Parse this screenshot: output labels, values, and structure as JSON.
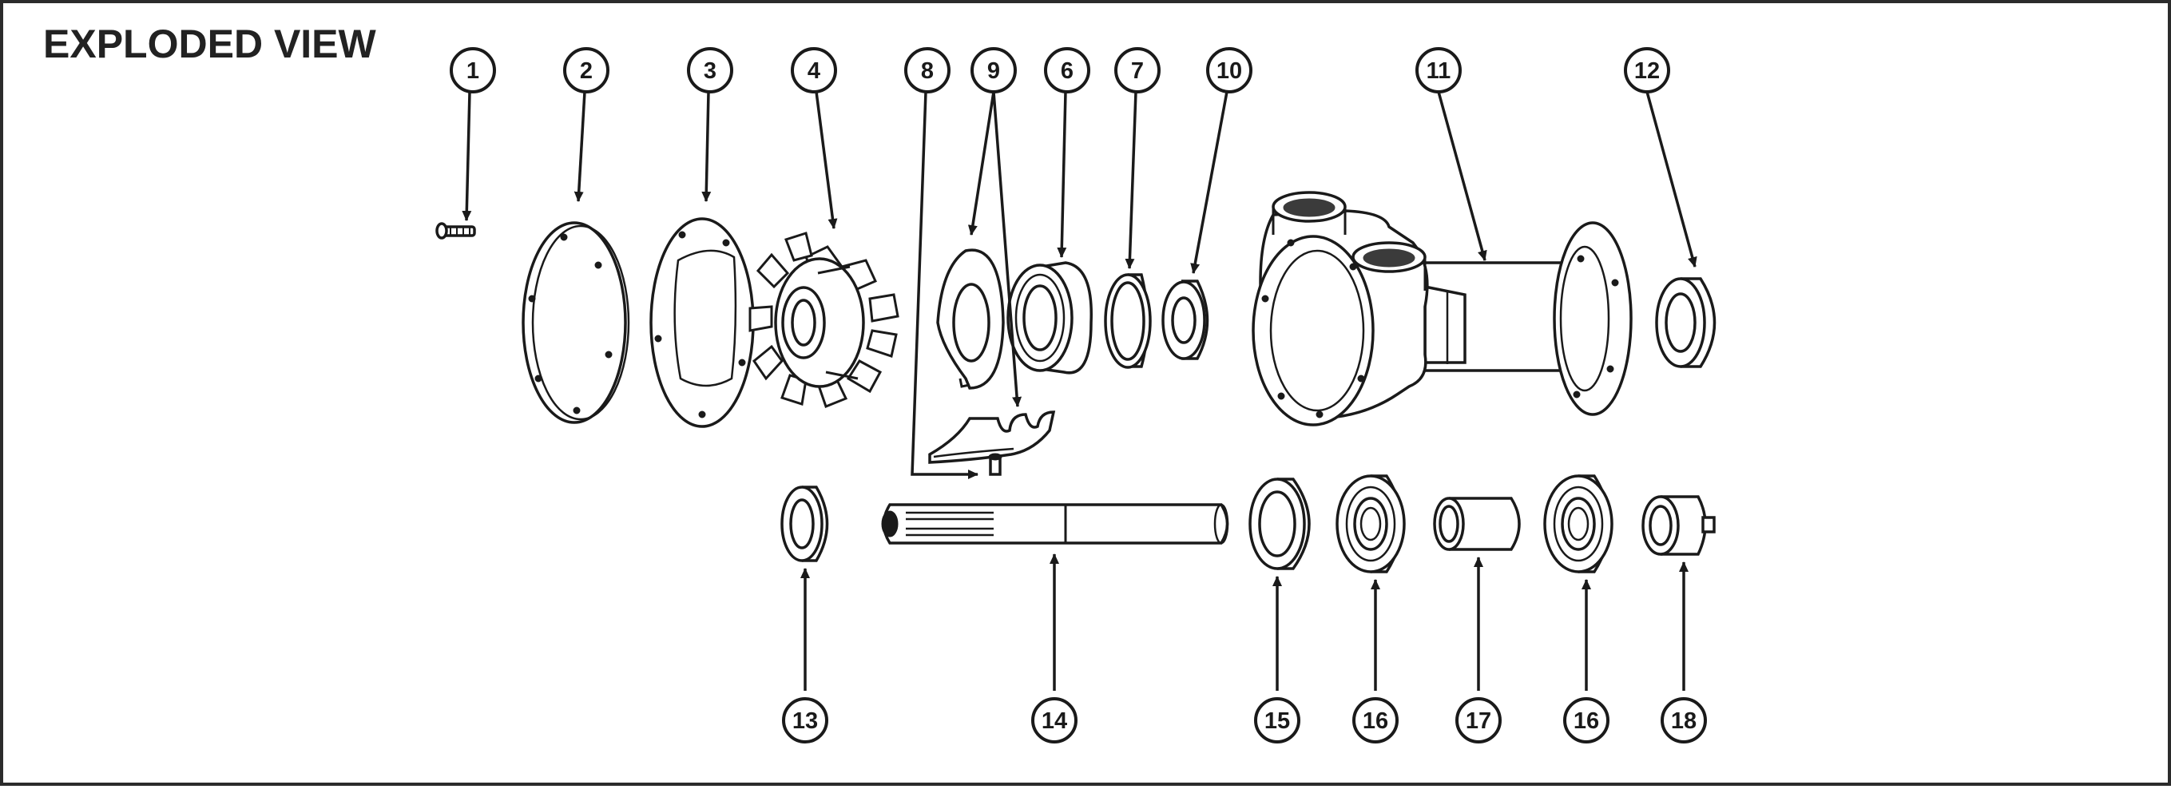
{
  "title": "EXPLODED VIEW",
  "callouts": [
    {
      "id": "c1",
      "label": "1"
    },
    {
      "id": "c2",
      "label": "2"
    },
    {
      "id": "c3",
      "label": "3"
    },
    {
      "id": "c4",
      "label": "4"
    },
    {
      "id": "c8",
      "label": "8"
    },
    {
      "id": "c9",
      "label": "9"
    },
    {
      "id": "c6",
      "label": "6"
    },
    {
      "id": "c7",
      "label": "7"
    },
    {
      "id": "c10",
      "label": "10"
    },
    {
      "id": "c11",
      "label": "11"
    },
    {
      "id": "c12",
      "label": "12"
    },
    {
      "id": "c13",
      "label": "13"
    },
    {
      "id": "c14",
      "label": "14"
    },
    {
      "id": "c15",
      "label": "15"
    },
    {
      "id": "c16a",
      "label": "16"
    },
    {
      "id": "c17",
      "label": "17"
    },
    {
      "id": "c16b",
      "label": "16"
    },
    {
      "id": "c18",
      "label": "18"
    }
  ]
}
